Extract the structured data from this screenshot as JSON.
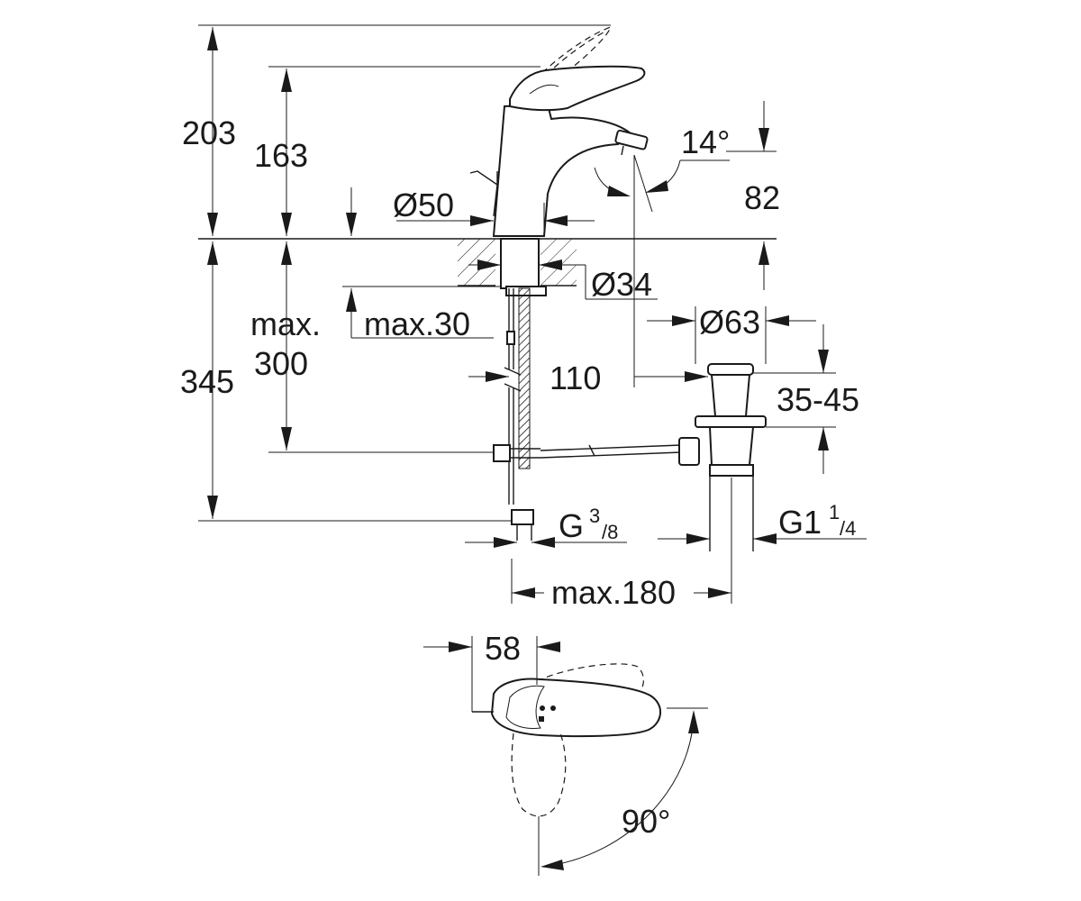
{
  "dimensions": {
    "total_height_203": "203",
    "spout_height_163": "163",
    "outlet_height_82": "82",
    "below_deck_345": "345",
    "max_label": "max.",
    "max_300": "300",
    "max_30": "max.30",
    "dist_110": "110",
    "angle_14": "14°",
    "diam_50": "Ø50",
    "diam_34": "Ø34",
    "diam_63": "Ø63",
    "range_35_45": "35-45",
    "thread_g_main": "G",
    "thread_g_sup": "3",
    "thread_g_sub": "/8",
    "thread_g1_main": "G1",
    "thread_g1_sup": "1",
    "thread_g1_sub": "/4",
    "max_180": "max.180",
    "width_58": "58",
    "angle_90": "90°"
  },
  "colors": {
    "line": "#1a1a1a",
    "background": "#ffffff"
  }
}
